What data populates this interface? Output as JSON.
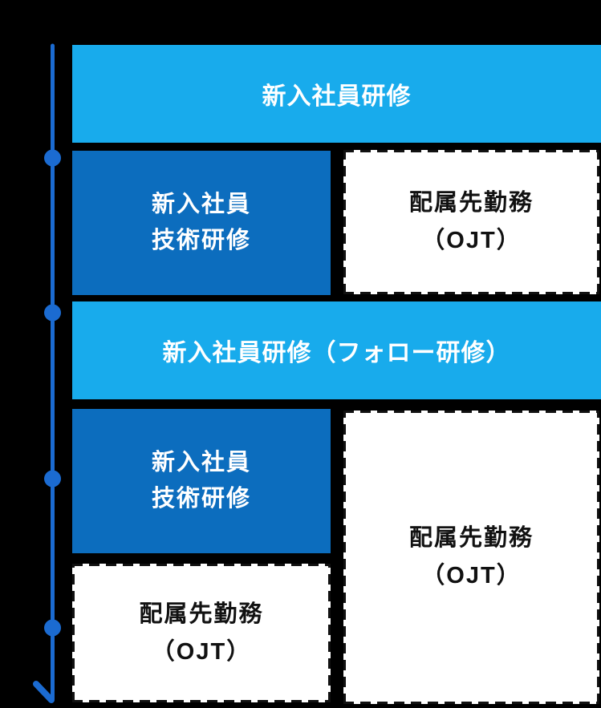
{
  "colors": {
    "background": "#000000",
    "band_blue": "#18ABEC",
    "box_blue": "#0C6DBE",
    "timeline_blue": "#1B6BD1",
    "dashed_border": "#111111",
    "ojt_box_bg": "#FFFFFF",
    "text_on_blue": "#FFFFFF",
    "text_on_white": "#111111"
  },
  "timeline": {
    "dot_count": 4,
    "description": "vertical timeline line with four round markers, ending in a downward arrow"
  },
  "phases": {
    "band1": {
      "label": "新入社員研修"
    },
    "tech1": {
      "line1": "新入社員",
      "line2": "技術研修"
    },
    "ojt1": {
      "line1": "配属先勤務",
      "line2": "（OJT）"
    },
    "band2": {
      "label": "新入社員研修（フォロー研修）"
    },
    "tech2": {
      "line1": "新入社員",
      "line2": "技術研修"
    },
    "ojt2": {
      "line1": "配属先勤務",
      "line2": "（OJT）"
    },
    "ojt3": {
      "line1": "配属先勤務",
      "line2": "（OJT）"
    }
  }
}
